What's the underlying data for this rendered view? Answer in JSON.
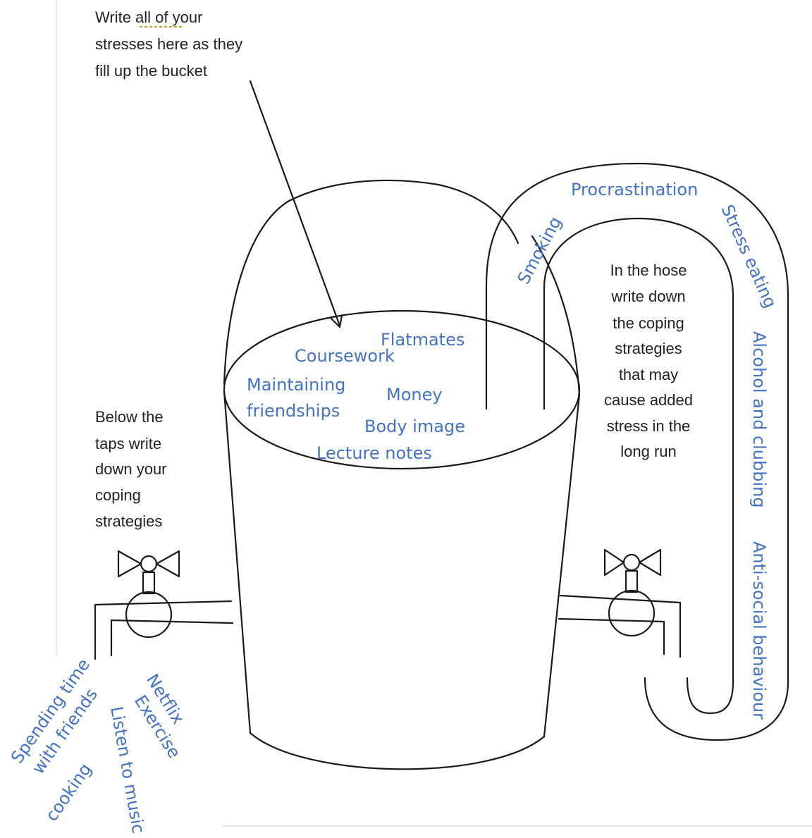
{
  "instructions": {
    "stresses": [
      "Write all of your",
      "stresses here as they",
      "fill up the bucket"
    ],
    "taps": [
      "Below the",
      "taps write",
      "down your",
      "coping",
      "strategies"
    ],
    "hose": [
      "In the hose",
      "write down",
      "the coping",
      "strategies",
      "that may",
      "cause added",
      "stress in the",
      "long run"
    ]
  },
  "stresses": {
    "flatmates": "Flatmates",
    "coursework": "Coursework",
    "maintaining": "Maintaining",
    "friendships": "friendships",
    "money": "Money",
    "body_image": "Body image",
    "lecture_notes": "Lecture notes"
  },
  "hose_strategies": {
    "procrastination": "Procrastination",
    "smoking": "Smoking",
    "stress_eating": "Stress eating",
    "alcohol": "Alcohol and clubbing",
    "antisocial": "Anti-social behaviour"
  },
  "tap_strategies": {
    "spending": "Spending time",
    "with_friends": "with friends",
    "cooking": "cooking",
    "listen": "Listen to music",
    "netflix": "Netflix",
    "exercise": "Exercise"
  },
  "colors": {
    "handwriting": "#4472c4",
    "ink": "#1a1a1a"
  }
}
